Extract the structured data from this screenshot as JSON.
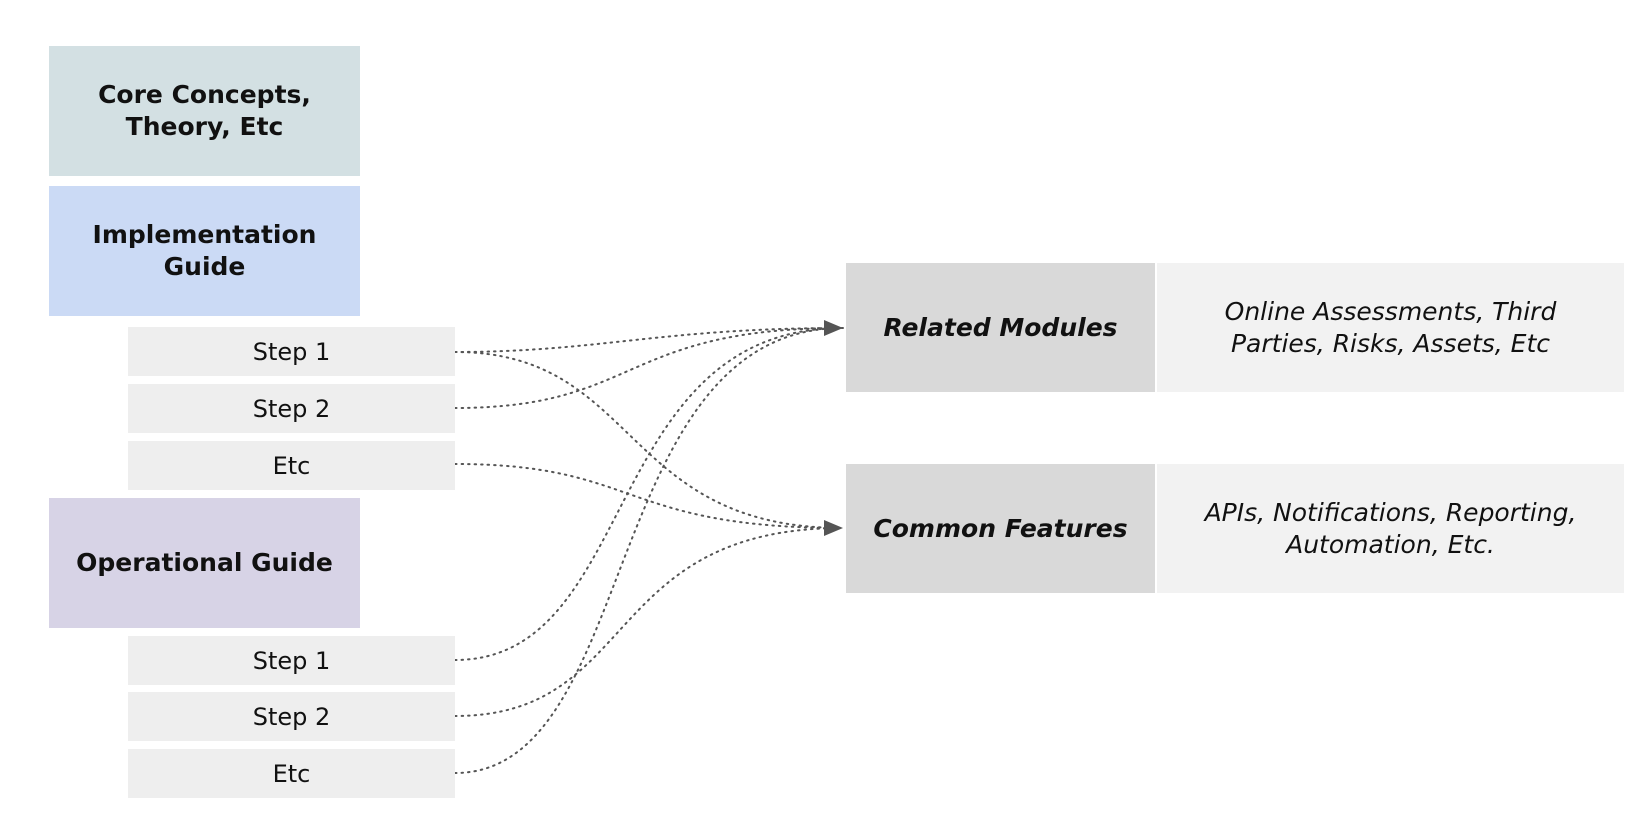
{
  "colors": {
    "core": "#d3e0e3",
    "implementation": "#cbdaf5",
    "operational": "#d7d3e6",
    "step": "#eeeeee",
    "module_title": "#d9d9d9",
    "module_desc": "#f2f2f2",
    "connector": "#555555"
  },
  "sections": {
    "core": "Core Concepts, Theory, Etc",
    "implementation": "Implementation Guide",
    "operational": "Operational Guide"
  },
  "implementation_steps": [
    "Step 1",
    "Step 2",
    "Etc"
  ],
  "operational_steps": [
    "Step 1",
    "Step 2",
    "Etc"
  ],
  "targets": {
    "related": {
      "title": "Related Modules",
      "description": "Online Assessments, Third Parties, Risks, Assets, Etc"
    },
    "common": {
      "title": "Common Features",
      "description": "APIs, Notifications, Reporting, Automation, Etc."
    }
  }
}
